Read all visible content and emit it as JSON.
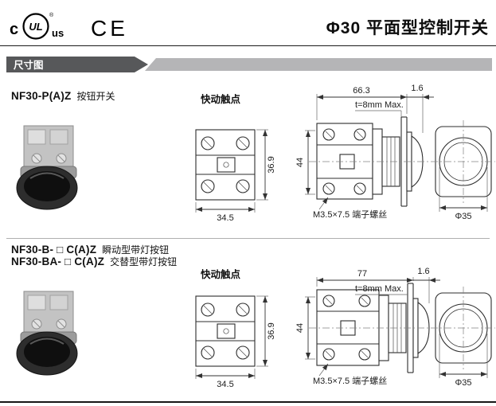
{
  "page": {
    "title": "Φ30 平面型控制开关"
  },
  "certifications": {
    "ul_prefix": "c",
    "ul_mark": "UL",
    "ul_reg": "®",
    "ul_suffix": "us",
    "ce_mark": "CE"
  },
  "banner": {
    "label": "尺寸图"
  },
  "products": [
    {
      "model": "NF30-P(A)Z",
      "model_desc": "按钮开关",
      "contact_label": "快动触点",
      "dims": {
        "front_width": "34.5",
        "front_height": "36.9",
        "body_height": "44",
        "depth": "66.3",
        "panel_thickness": "t=8mm Max.",
        "bezel_projection": "1.6",
        "terminal_screw": "M3.5×7.5 端子螺丝",
        "button_diameter": "Φ35"
      }
    },
    {
      "model_line1": "NF30-B- □ C(A)Z",
      "model_line1_desc": "瞬动型带灯按钮",
      "model_line2": "NF30-BA- □ C(A)Z",
      "model_line2_desc": "交替型带灯按钮",
      "contact_label": "快动触点",
      "dims": {
        "front_width": "34.5",
        "front_height": "36.9",
        "body_height": "44",
        "depth": "77",
        "panel_thickness": "t=8mm Max.",
        "bezel_projection": "1.6",
        "terminal_screw": "M3.5×7.5 端子螺丝",
        "button_diameter": "Φ35"
      }
    }
  ]
}
